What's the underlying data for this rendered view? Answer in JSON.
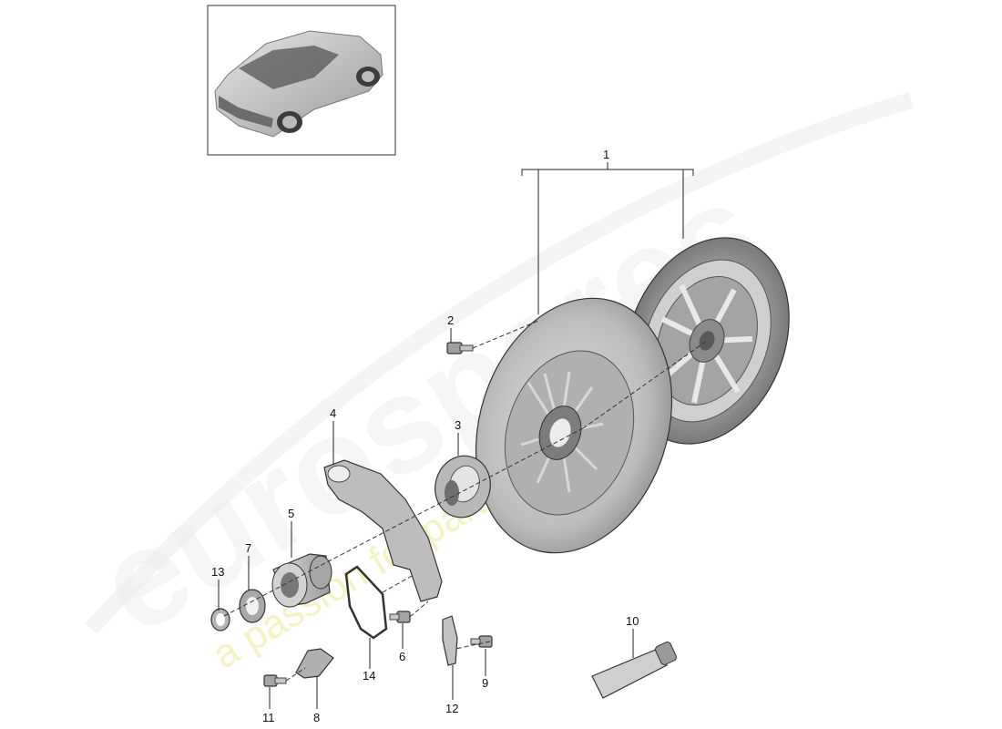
{
  "watermark": {
    "brand": "eurospares",
    "tagline": "a passion for parts since 1985"
  },
  "callouts": [
    {
      "id": "1",
      "label": "1"
    },
    {
      "id": "2",
      "label": "2"
    },
    {
      "id": "3",
      "label": "3"
    },
    {
      "id": "4",
      "label": "4"
    },
    {
      "id": "5",
      "label": "5"
    },
    {
      "id": "6",
      "label": "6"
    },
    {
      "id": "7",
      "label": "7"
    },
    {
      "id": "8",
      "label": "8"
    },
    {
      "id": "9",
      "label": "9"
    },
    {
      "id": "10",
      "label": "10"
    },
    {
      "id": "11",
      "label": "11"
    },
    {
      "id": "12",
      "label": "12"
    },
    {
      "id": "13",
      "label": "13"
    },
    {
      "id": "14",
      "label": "14"
    }
  ],
  "colors": {
    "background": "#ffffff",
    "part_fill": "#c9c9c9",
    "part_dark": "#8a8a8a",
    "watermark_text": "#eeeeee",
    "watermark_tagline": "#f0eeaa"
  }
}
